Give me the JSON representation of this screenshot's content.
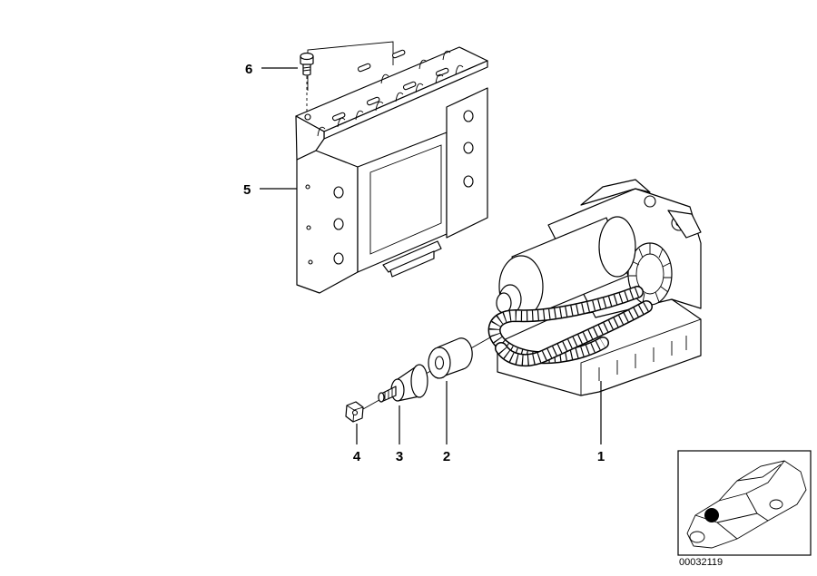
{
  "diagram": {
    "callouts": [
      {
        "label": "1"
      },
      {
        "label": "2"
      },
      {
        "label": "3"
      },
      {
        "label": "4"
      },
      {
        "label": "5"
      },
      {
        "label": "6"
      }
    ],
    "diagram_id": "00032119"
  },
  "icons": {
    "thumbnail": "car-location-thumbnail-icon"
  }
}
